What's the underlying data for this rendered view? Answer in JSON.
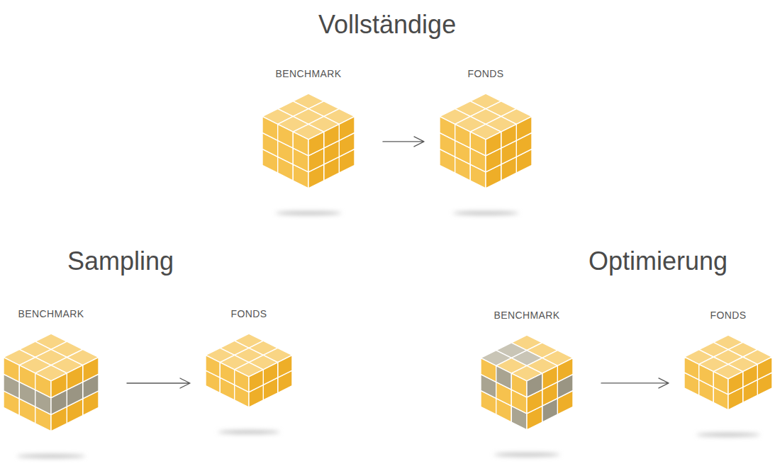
{
  "diagram": {
    "nodes": [
      {
        "text": [
          "BENCHMARK"
        ]
      },
      {
        "text": [
          "FONDS"
        ]
      },
      {
        "text": [
          "BENCHMARK"
        ]
      },
      {
        "text": [
          "FONDS"
        ]
      },
      {
        "text": [
          "BENCHMARK"
        ]
      },
      {
        "text": [
          "FONDS"
        ]
      }
    ],
    "edges": [
      {
        "from": 0,
        "to": 1,
        "arrow": "to"
      },
      {
        "from": 2,
        "to": 3,
        "arrow": "to"
      },
      {
        "from": 4,
        "to": 5,
        "arrow": "to"
      }
    ],
    "labels": [
      "Vollständige",
      "Sampling",
      "Optimierung"
    ]
  }
}
